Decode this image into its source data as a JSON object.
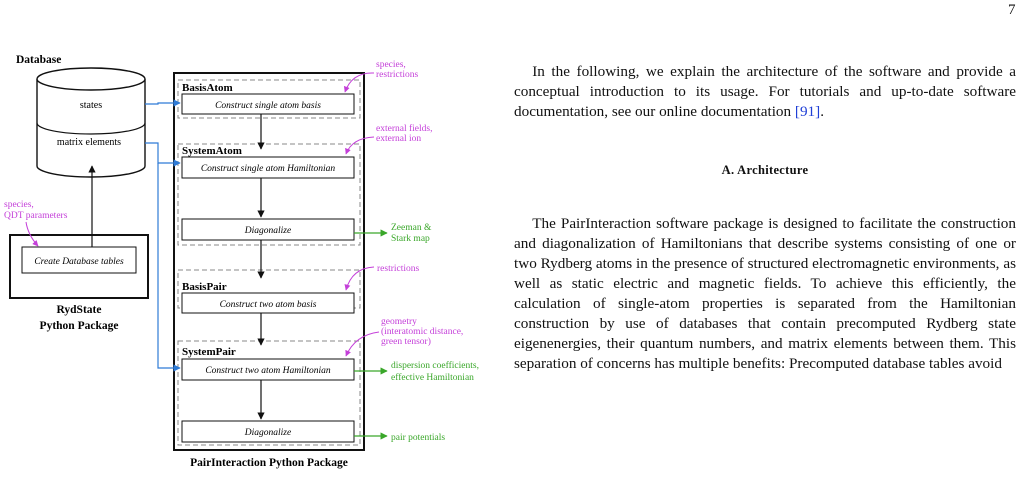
{
  "page": {
    "number": "7"
  },
  "figure": {
    "database": {
      "title": "Database",
      "states_label": "states",
      "matrix_label": "matrix elements"
    },
    "rydstate": {
      "inner_label": "Create Database tables",
      "name_line1": "RydState",
      "name_line2": "Python Package"
    },
    "pairinteraction": {
      "package_label": "PairInteraction Python Package"
    },
    "blocks": {
      "basis_atom": {
        "title": "BasisAtom",
        "box_label": "Construct single atom basis"
      },
      "system_atom": {
        "title": "SystemAtom",
        "box_label": "Construct single atom Hamiltonian"
      },
      "diag1": {
        "box_label": "Diagonalize"
      },
      "basis_pair": {
        "title": "BasisPair",
        "box_label": "Construct two atom basis"
      },
      "system_pair": {
        "title": "SystemPair",
        "box_label": "Construct two atom Hamiltonian"
      },
      "diag2": {
        "box_label": "Diagonalize"
      }
    },
    "annotations": {
      "species_restrictions": [
        "species,",
        "restrictions"
      ],
      "external_fields": [
        "external fields,",
        "external ion"
      ],
      "species_qdt": [
        "species,",
        "QDT parameters"
      ],
      "restrictions": [
        "restrictions"
      ],
      "geometry": [
        "geometry",
        "(interatomic distance,",
        "green tensor)"
      ]
    },
    "outputs": {
      "zeeman": [
        "Zeeman &",
        "Stark map"
      ],
      "dispersion": [
        "dispersion coefficients,",
        "effective Hamiltonian"
      ],
      "pair_potentials": [
        "pair potentials"
      ]
    },
    "colors": {
      "input": "#c43fd9",
      "output": "#3aa72a",
      "arrow_blue": "#2f7bd6"
    }
  },
  "text": {
    "intro": {
      "before_cite": "In the following, we explain the architecture of the software and provide a conceptual introduction to its usage. For tutorials and up-to-date software documentation, see our online documentation ",
      "cite": "[91]",
      "after_cite": "."
    },
    "section_title": "A.   Architecture",
    "architecture": "The PairInteraction software package is designed to facilitate the construction and diagonalization of Hamiltonians that describe systems consisting of one or two Rydberg atoms in the presence of structured electromagnetic environments, as well as static electric and magnetic fields. To achieve this efficiently, the calculation of single-atom properties is separated from the Hamiltonian construction by use of databases that contain precomputed Rydberg state eigenenergies, their quantum numbers, and matrix elements between them. This separation of concerns has multiple benefits: Precomputed database tables avoid"
  }
}
